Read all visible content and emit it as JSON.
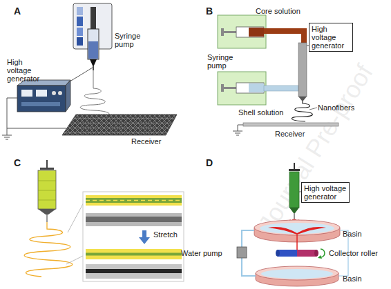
{
  "diagram": {
    "nodes": [
      {
        "text": [
          "High voltage generator"
        ]
      },
      {
        "text": [
          "High voltage generator"
        ]
      }
    ],
    "labels": [
      "A",
      "Syringe pump",
      "High voltage generator",
      "Receiver",
      "B",
      "Core solution",
      "Syringe pump",
      "Shell solution",
      "Nanofibers",
      "Receiver",
      "C",
      "Stretch",
      "D",
      "Basin",
      "Water pump",
      "Collector roller",
      "Basin",
      "Journal Pre-proof"
    ]
  }
}
